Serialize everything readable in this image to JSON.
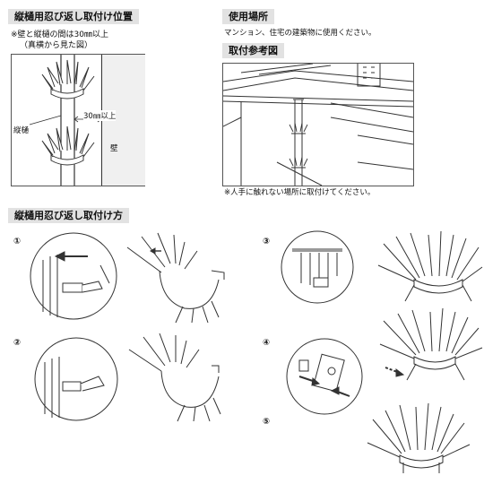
{
  "sections": {
    "position": {
      "title": "縦樋用忍び返し取付け位置",
      "note_line1": "※壁と縦樋の間は30㎜以上",
      "note_line2": "（真横から見た図）",
      "label_pipe": "縦樋",
      "label_gap": "30㎜以上",
      "label_wall": "壁"
    },
    "usage": {
      "title": "使用場所",
      "text": "マンション、住宅の建築物に使用ください。"
    },
    "reference": {
      "title": "取付参考図",
      "caption": "※人手に触れない場所に取付けてください。"
    },
    "install": {
      "title": "縦樋用忍び返し取付け方",
      "steps": [
        "①",
        "②",
        "③",
        "④",
        "⑤"
      ]
    }
  },
  "colors": {
    "header_bg": "#e2e2e2",
    "line": "#333333",
    "wall": "#f0f0f0"
  }
}
